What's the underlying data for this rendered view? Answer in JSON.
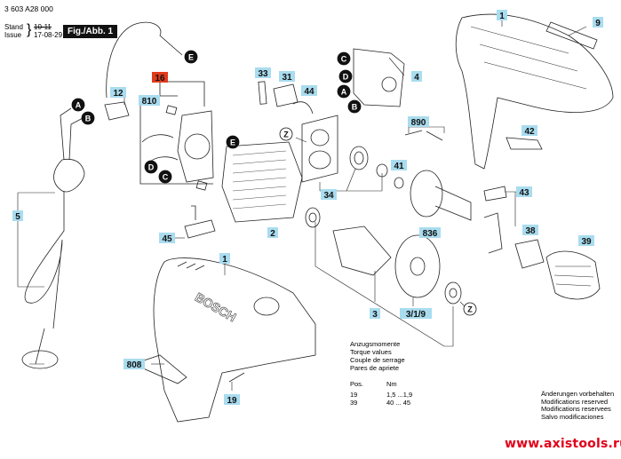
{
  "header": {
    "doc_number": "3 603 A28 000",
    "stand_label": "Stand",
    "issue_label": "Issue",
    "stand_date_struck": "10-11",
    "issue_date": "17-08-29",
    "figure_label": "Fig./Abb. 1"
  },
  "part_labels": [
    {
      "id": "p1a",
      "text": "1",
      "highlight": "cyan"
    },
    {
      "id": "p9",
      "text": "9",
      "highlight": "cyan"
    },
    {
      "id": "p4",
      "text": "4",
      "highlight": "cyan"
    },
    {
      "id": "p12",
      "text": "12",
      "highlight": "cyan"
    },
    {
      "id": "p16",
      "text": "16",
      "highlight": "red"
    },
    {
      "id": "p810",
      "text": "810",
      "highlight": "cyan"
    },
    {
      "id": "p33",
      "text": "33",
      "highlight": "cyan"
    },
    {
      "id": "p31",
      "text": "31",
      "highlight": "cyan"
    },
    {
      "id": "p44",
      "text": "44",
      "highlight": "cyan"
    },
    {
      "id": "p890",
      "text": "890",
      "highlight": "cyan"
    },
    {
      "id": "p42",
      "text": "42",
      "highlight": "cyan"
    },
    {
      "id": "p41",
      "text": "41",
      "highlight": "cyan"
    },
    {
      "id": "p34",
      "text": "34",
      "highlight": "cyan"
    },
    {
      "id": "p43",
      "text": "43",
      "highlight": "cyan"
    },
    {
      "id": "p836",
      "text": "836",
      "highlight": "cyan"
    },
    {
      "id": "p5",
      "text": "5",
      "highlight": "cyan"
    },
    {
      "id": "p45",
      "text": "45",
      "highlight": "cyan"
    },
    {
      "id": "p2",
      "text": "2",
      "highlight": "cyan"
    },
    {
      "id": "p38",
      "text": "38",
      "highlight": "cyan"
    },
    {
      "id": "p39",
      "text": "39",
      "highlight": "cyan"
    },
    {
      "id": "p1b",
      "text": "1",
      "highlight": "cyan"
    },
    {
      "id": "p3",
      "text": "3",
      "highlight": "cyan"
    },
    {
      "id": "p319",
      "text": "3/1/9",
      "highlight": "cyan"
    },
    {
      "id": "p808",
      "text": "808",
      "highlight": "cyan"
    },
    {
      "id": "p19",
      "text": "19",
      "highlight": "cyan"
    }
  ],
  "connector_markers": {
    "A": "A",
    "B": "B",
    "C": "C",
    "D": "D",
    "E": "E",
    "Z": "Z"
  },
  "brand_on_housing": "BOSCH",
  "torque_table": {
    "titles": [
      "Anzugsmomente",
      "Torque values",
      "Couple de serrage",
      "Pares de apriete"
    ],
    "columns": [
      "Pos.",
      "Nm"
    ],
    "rows": [
      {
        "pos": "19",
        "nm": "1,5 ...1,9"
      },
      {
        "pos": "39",
        "nm": "40 ... 45"
      }
    ]
  },
  "modifications_notice": [
    "Änderungen vorbehalten",
    "Modifications reserved",
    "Modifications reservees",
    "Salvo modificaciones"
  ],
  "watermark": "www.axistools.ru",
  "colors": {
    "label_cyan": "#a9dcef",
    "label_red": "#e03a1c",
    "watermark_red": "#e1001a",
    "marker_black": "#111111"
  }
}
